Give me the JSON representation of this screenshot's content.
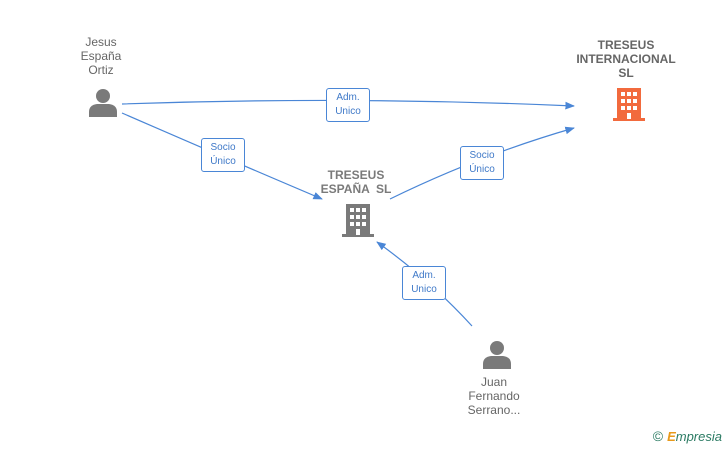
{
  "nodes": {
    "jesus": {
      "lines": [
        "Jesus",
        "España",
        "Ortiz"
      ]
    },
    "treseus_internacional": {
      "lines": [
        "TRESEUS",
        "INTERNACIONAL",
        "SL"
      ]
    },
    "treseus_espana": {
      "lines": [
        "TRESEUS",
        "ESPAÑA  SL"
      ]
    },
    "juan": {
      "lines": [
        "Juan",
        "Fernando",
        "Serrano..."
      ]
    }
  },
  "edges": {
    "jesus_to_internacional": {
      "lines": [
        "Adm.",
        "Unico"
      ]
    },
    "jesus_to_espana": {
      "lines": [
        "Socio",
        "Único"
      ]
    },
    "espana_to_internacional": {
      "lines": [
        "Socio",
        "Único"
      ]
    },
    "juan_to_espana": {
      "lines": [
        "Adm.",
        "Unico"
      ]
    }
  },
  "credit": {
    "symbol": "©",
    "brand_initial": "E",
    "brand_rest": "mpresia"
  },
  "colors": {
    "edge": "#4a86d6",
    "company_main": "#f26a3d",
    "company": "#7a7a7a",
    "person": "#7a7a7a"
  }
}
